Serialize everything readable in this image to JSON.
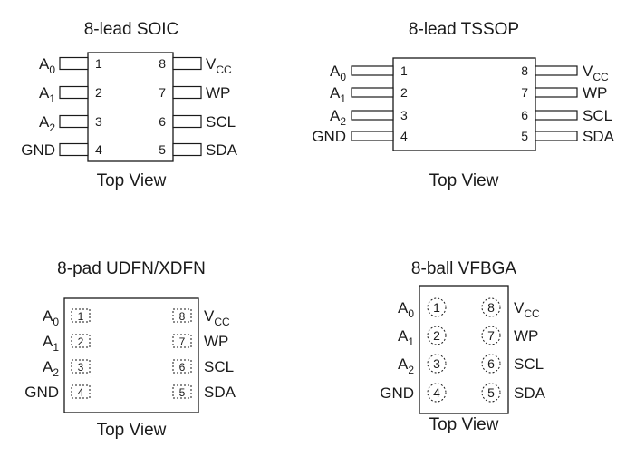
{
  "packages": [
    {
      "id": "soic",
      "title": "8-lead SOIC",
      "view_label": "Top View",
      "left_pins": [
        {
          "num": "1",
          "name": "A",
          "sub": "0"
        },
        {
          "num": "2",
          "name": "A",
          "sub": "1"
        },
        {
          "num": "3",
          "name": "A",
          "sub": "2"
        },
        {
          "num": "4",
          "name": "GND",
          "sub": ""
        }
      ],
      "right_pins": [
        {
          "num": "8",
          "name": "V",
          "sub": "CC"
        },
        {
          "num": "7",
          "name": "WP",
          "sub": ""
        },
        {
          "num": "6",
          "name": "SCL",
          "sub": ""
        },
        {
          "num": "5",
          "name": "SDA",
          "sub": ""
        }
      ]
    },
    {
      "id": "tssop",
      "title": "8-lead TSSOP",
      "view_label": "Top View",
      "left_pins": [
        {
          "num": "1",
          "name": "A",
          "sub": "0"
        },
        {
          "num": "2",
          "name": "A",
          "sub": "1"
        },
        {
          "num": "3",
          "name": "A",
          "sub": "2"
        },
        {
          "num": "4",
          "name": "GND",
          "sub": ""
        }
      ],
      "right_pins": [
        {
          "num": "8",
          "name": "V",
          "sub": "CC"
        },
        {
          "num": "7",
          "name": "WP",
          "sub": ""
        },
        {
          "num": "6",
          "name": "SCL",
          "sub": ""
        },
        {
          "num": "5",
          "name": "SDA",
          "sub": ""
        }
      ]
    },
    {
      "id": "udfn",
      "title": "8-pad UDFN/XDFN",
      "view_label": "Top View",
      "left_pins": [
        {
          "num": "1",
          "name": "A",
          "sub": "0"
        },
        {
          "num": "2",
          "name": "A",
          "sub": "1"
        },
        {
          "num": "3",
          "name": "A",
          "sub": "2"
        },
        {
          "num": "4",
          "name": "GND",
          "sub": ""
        }
      ],
      "right_pins": [
        {
          "num": "8",
          "name": "V",
          "sub": "CC"
        },
        {
          "num": "7",
          "name": "WP",
          "sub": ""
        },
        {
          "num": "6",
          "name": "SCL",
          "sub": ""
        },
        {
          "num": "5",
          "name": "SDA",
          "sub": ""
        }
      ]
    },
    {
      "id": "vfbga",
      "title": "8-ball VFBGA",
      "view_label": "Top View",
      "left_pins": [
        {
          "num": "1",
          "name": "A",
          "sub": "0"
        },
        {
          "num": "2",
          "name": "A",
          "sub": "1"
        },
        {
          "num": "3",
          "name": "A",
          "sub": "2"
        },
        {
          "num": "4",
          "name": "GND",
          "sub": ""
        }
      ],
      "right_pins": [
        {
          "num": "8",
          "name": "V",
          "sub": "CC"
        },
        {
          "num": "7",
          "name": "WP",
          "sub": ""
        },
        {
          "num": "6",
          "name": "SCL",
          "sub": ""
        },
        {
          "num": "5",
          "name": "SDA",
          "sub": ""
        }
      ]
    }
  ]
}
